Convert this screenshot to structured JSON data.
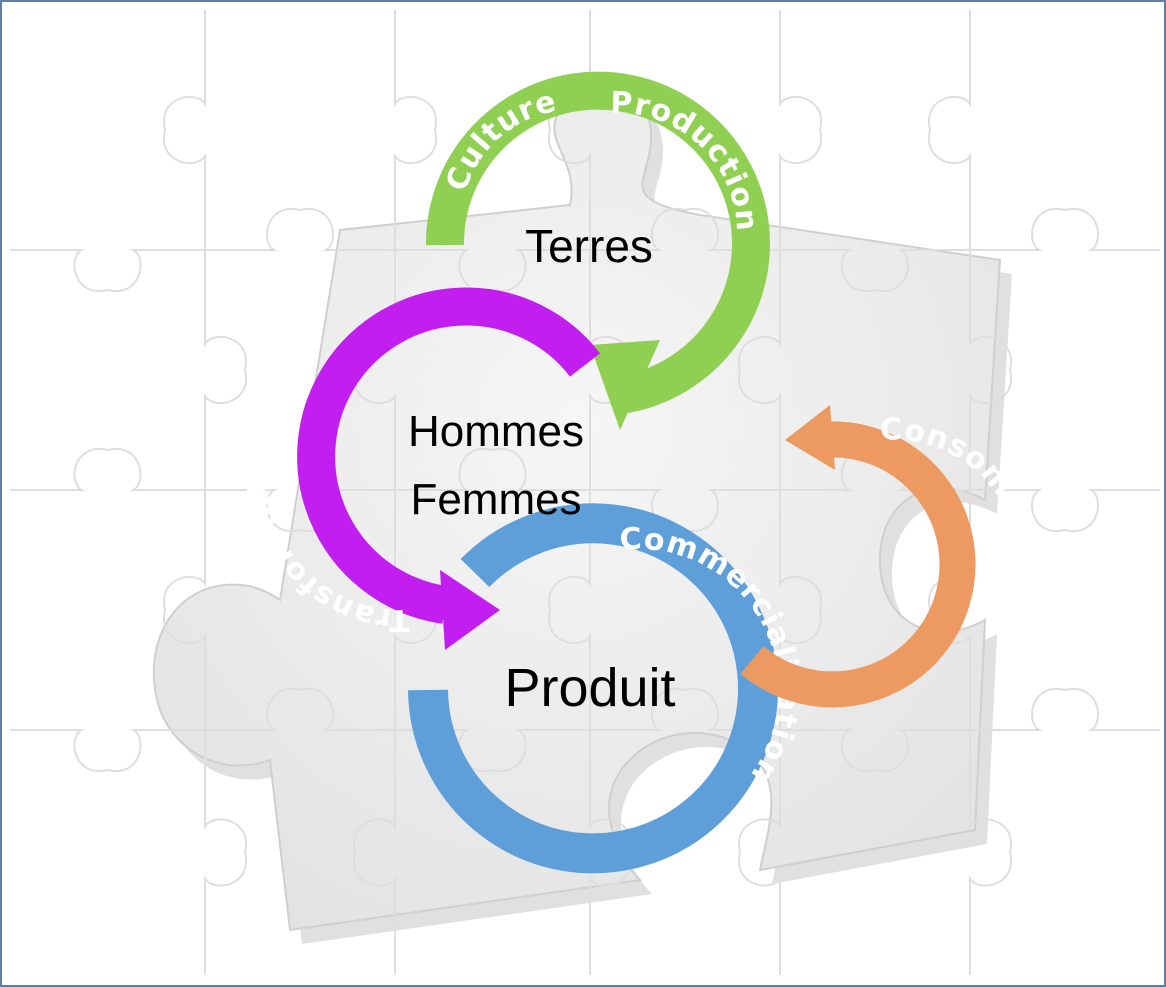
{
  "diagram": {
    "colors": {
      "background": "#ffffff",
      "frame": "#5b7fa6",
      "puzzle_lines": "#dedede",
      "puzzle_piece": "#ececec",
      "puzzle_piece_shadow": "#d4d4d4",
      "text": "#000000",
      "cycle_green": "#8fcf52",
      "cycle_magenta": "#c21ef0",
      "cycle_blue": "#5e9fd9",
      "cycle_orange": "#ec9a62"
    },
    "centers": {
      "terres": "Terres",
      "hommes": "Hommes",
      "femmes": "Femmes",
      "produit": "Produit"
    },
    "arrows": {
      "culture": "Culture",
      "production": "Production",
      "transformation": "Transformation",
      "commercialisation": "Commercialisation",
      "consommation": "Consommation"
    }
  }
}
